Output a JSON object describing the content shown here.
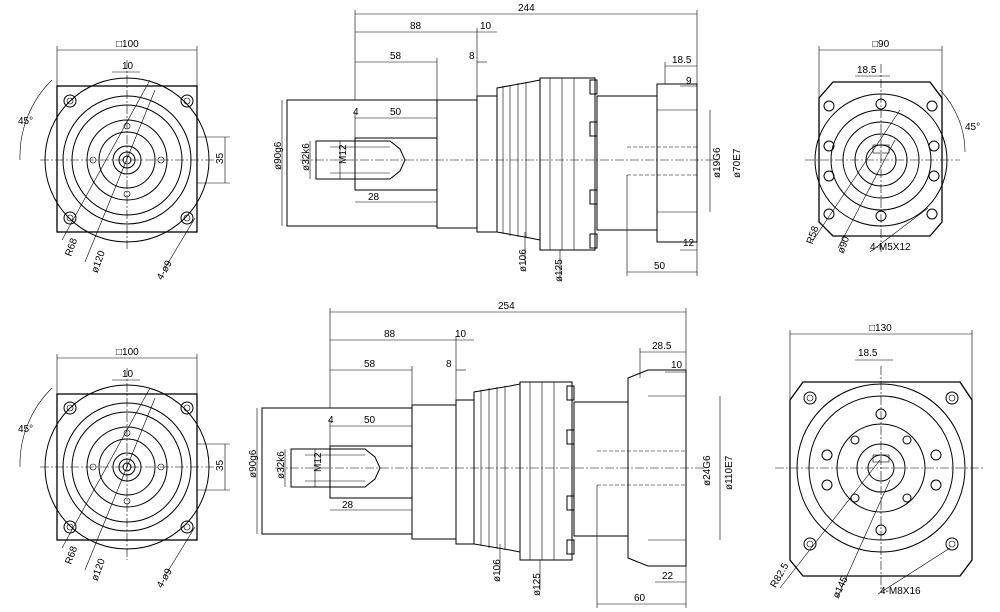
{
  "top_row": {
    "left_view": {
      "square": "□100",
      "offset": "10",
      "angle": "45°",
      "dia_bolt": "ø120",
      "radius": "R68",
      "holes": "4-ø9",
      "height": "35"
    },
    "side_view": {
      "total": "244",
      "d88": "88",
      "d10": "10",
      "d58": "58",
      "d8": "8",
      "d4": "4",
      "d50": "50",
      "d28": "28",
      "thread": "M12",
      "shaft": "ø32k6",
      "pilot": "ø90g6",
      "d106": "ø106",
      "d125": "ø125",
      "d18_5": "18.5",
      "d9": "9",
      "bore": "ø19G6",
      "spig": "ø70E7",
      "d12": "12",
      "d50b": "50"
    },
    "right_view": {
      "square": "□90",
      "d18_5": "18.5",
      "angle": "45°",
      "radius": "R58",
      "dia": "ø90",
      "holes": "4-M5X12"
    }
  },
  "bottom_row": {
    "left_view": {
      "square": "□100",
      "offset": "10",
      "angle": "45°",
      "dia_bolt": "ø120",
      "radius": "R68",
      "holes": "4-ø9",
      "height": "35"
    },
    "side_view": {
      "total": "254",
      "d88": "88",
      "d10": "10",
      "d58": "58",
      "d8": "8",
      "d4": "4",
      "d50": "50",
      "d28": "28",
      "thread": "M12",
      "shaft": "ø32k6",
      "pilot": "ø90g6",
      "d106": "ø106",
      "d125": "ø125",
      "d28_5": "28.5",
      "d10b": "10",
      "bore": "ø24G6",
      "spig": "ø110E7",
      "d22": "22",
      "d60": "60"
    },
    "right_view": {
      "square": "□130",
      "d18_5": "18.5",
      "radius": "R82.5",
      "dia": "ø145",
      "holes": "4-M8X16"
    }
  }
}
